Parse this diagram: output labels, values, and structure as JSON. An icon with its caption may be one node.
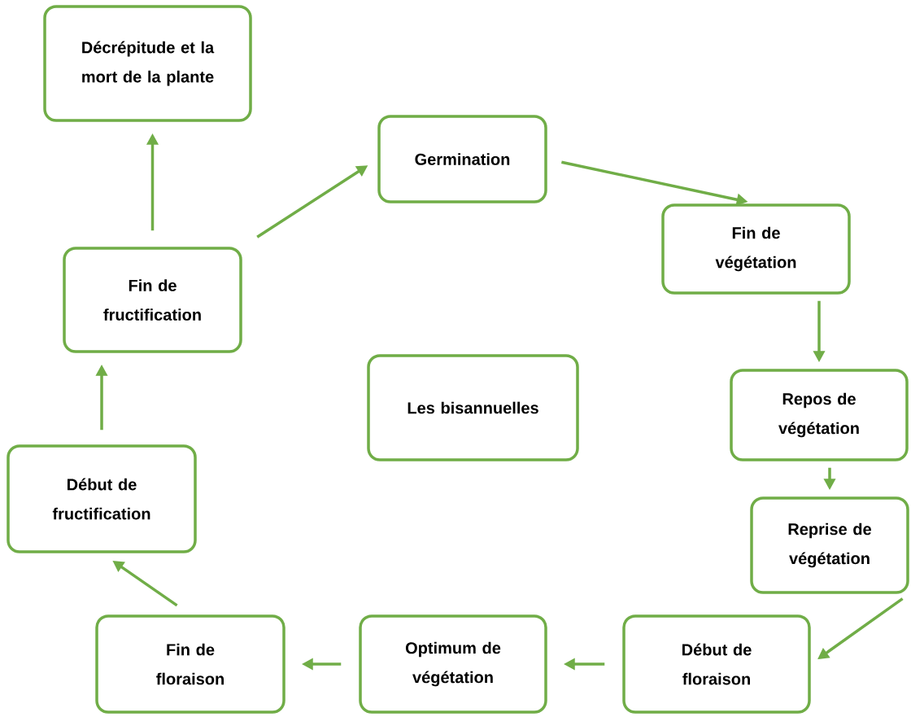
{
  "diagram": {
    "nodes": [
      {
        "text": [
          "Décrépitude et la mort de la plante"
        ]
      },
      {
        "text": [
          "Germination"
        ]
      },
      {
        "text": [
          "Fin de végétation"
        ]
      },
      {
        "text": [
          "Repos de végétation"
        ]
      },
      {
        "text": [
          "Reprise de végétation"
        ]
      },
      {
        "text": [
          "Début de floraison"
        ]
      },
      {
        "text": [
          "Optimum de végétation"
        ]
      },
      {
        "text": [
          "Fin de floraison"
        ]
      },
      {
        "text": [
          "Début de fructification"
        ]
      },
      {
        "text": [
          "Fin de fructification"
        ]
      },
      {
        "text": [
          "Les bisannuelles"
        ]
      }
    ],
    "edges": [
      {
        "from": 9,
        "to": 0,
        "arrow": "to"
      },
      {
        "from": 9,
        "to": 1,
        "arrow": "to"
      },
      {
        "from": 1,
        "to": 2,
        "arrow": "to"
      },
      {
        "from": 2,
        "to": 3,
        "arrow": "to"
      },
      {
        "from": 3,
        "to": 4,
        "arrow": "to"
      },
      {
        "from": 4,
        "to": 5,
        "arrow": "to"
      },
      {
        "from": 5,
        "to": 6,
        "arrow": "to"
      },
      {
        "from": 6,
        "to": 7,
        "arrow": "to"
      },
      {
        "from": 7,
        "to": 8,
        "arrow": "to"
      },
      {
        "from": 8,
        "to": 9,
        "arrow": "to"
      }
    ]
  }
}
